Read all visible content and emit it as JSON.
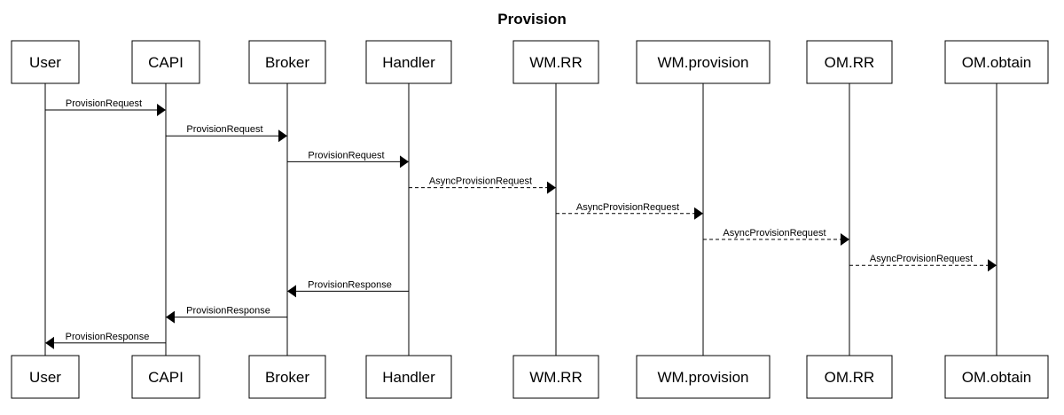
{
  "diagram": {
    "title": "Provision",
    "actors": [
      {
        "id": "user",
        "label": "User"
      },
      {
        "id": "capi",
        "label": "CAPI"
      },
      {
        "id": "broker",
        "label": "Broker"
      },
      {
        "id": "handler",
        "label": "Handler"
      },
      {
        "id": "wm_rr",
        "label": "WM.RR"
      },
      {
        "id": "wm_provision",
        "label": "WM.provision"
      },
      {
        "id": "om_rr",
        "label": "OM.RR"
      },
      {
        "id": "om_obtain",
        "label": "OM.obtain"
      }
    ],
    "messages": [
      {
        "from": "user",
        "to": "capi",
        "label": "ProvisionRequest",
        "style": "solid"
      },
      {
        "from": "capi",
        "to": "broker",
        "label": "ProvisionRequest",
        "style": "solid"
      },
      {
        "from": "broker",
        "to": "handler",
        "label": "ProvisionRequest",
        "style": "solid"
      },
      {
        "from": "handler",
        "to": "wm_rr",
        "label": "AsyncProvisionRequest",
        "style": "dashed"
      },
      {
        "from": "wm_rr",
        "to": "wm_provision",
        "label": "AsyncProvisionRequest",
        "style": "dashed"
      },
      {
        "from": "wm_provision",
        "to": "om_rr",
        "label": "AsyncProvisionRequest",
        "style": "dashed"
      },
      {
        "from": "om_rr",
        "to": "om_obtain",
        "label": "AsyncProvisionRequest",
        "style": "dashed"
      },
      {
        "from": "handler",
        "to": "broker",
        "label": "ProvisionResponse",
        "style": "solid"
      },
      {
        "from": "broker",
        "to": "capi",
        "label": "ProvisionResponse",
        "style": "solid"
      },
      {
        "from": "capi",
        "to": "user",
        "label": "ProvisionResponse",
        "style": "solid"
      }
    ]
  }
}
